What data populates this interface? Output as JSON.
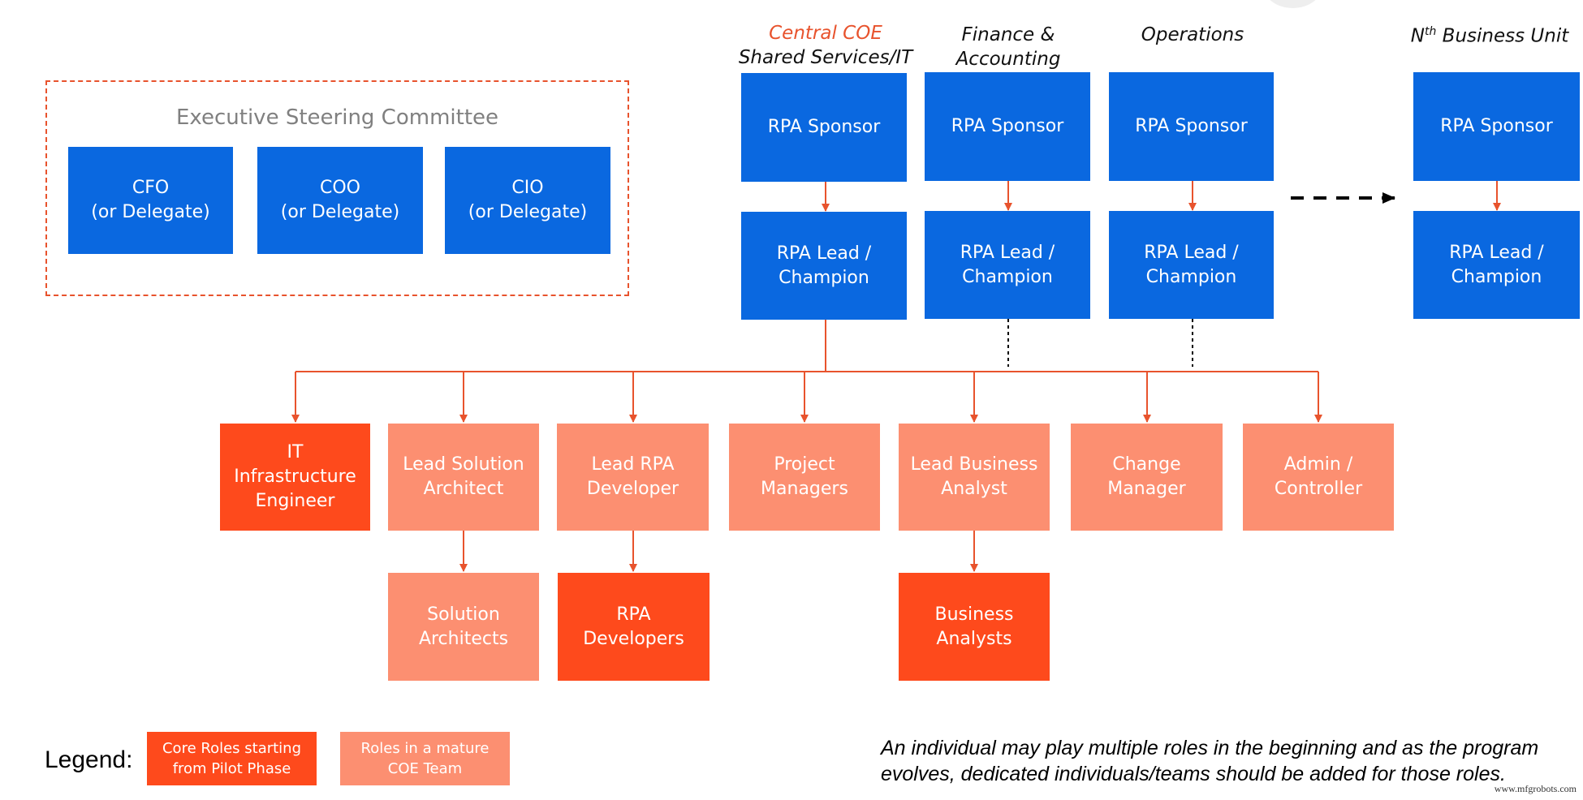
{
  "executive": {
    "title": "Executive Steering Committee",
    "members": [
      "CFO\n(or Delegate)",
      "COO\n(or Delegate)",
      "CIO\n(or Delegate)"
    ]
  },
  "units": [
    {
      "accent": "Central COE",
      "name": "Shared Services/IT",
      "sponsor": "RPA Sponsor",
      "lead": "RPA Lead /\nChampion"
    },
    {
      "accent": "",
      "name": "Finance &\nAccounting",
      "sponsor": "RPA Sponsor",
      "lead": "RPA Lead /\nChampion"
    },
    {
      "accent": "",
      "name": "Operations",
      "sponsor": "RPA Sponsor",
      "lead": "RPA Lead /\nChampion"
    },
    {
      "accent": "",
      "name_prefix": "N",
      "name_sup": "th",
      "name": " Business Unit",
      "sponsor": "RPA Sponsor",
      "lead": "RPA Lead /\nChampion"
    }
  ],
  "roles": [
    {
      "label": "IT\nInfrastructure\nEngineer",
      "kind": "core"
    },
    {
      "label": "Lead Solution\nArchitect",
      "kind": "mature"
    },
    {
      "label": "Lead RPA\nDeveloper",
      "kind": "mature"
    },
    {
      "label": "Project\nManagers",
      "kind": "mature"
    },
    {
      "label": "Lead Business\nAnalyst",
      "kind": "mature"
    },
    {
      "label": "Change\nManager",
      "kind": "mature"
    },
    {
      "label": "Admin /\nController",
      "kind": "mature"
    }
  ],
  "sub_roles": [
    {
      "label": "Solution\nArchitects",
      "kind": "mature"
    },
    {
      "label": "RPA\nDevelopers",
      "kind": "core"
    },
    {
      "label": "Business\nAnalysts",
      "kind": "core"
    }
  ],
  "legend": {
    "label": "Legend:",
    "core": "Core Roles starting\nfrom Pilot Phase",
    "mature": "Roles in a mature\nCOE Team"
  },
  "note": "An individual may play multiple roles in the beginning and as the program evolves, dedicated individuals/teams should be added for those roles.",
  "watermark": "www.mfgrobots.com",
  "colors": {
    "blue": "#0a68e0",
    "core": "#fe4a1c",
    "mature": "#fc8f71",
    "connector": "#e8532d",
    "dashed_frame": "#e8532d",
    "muted_title": "#808080"
  }
}
